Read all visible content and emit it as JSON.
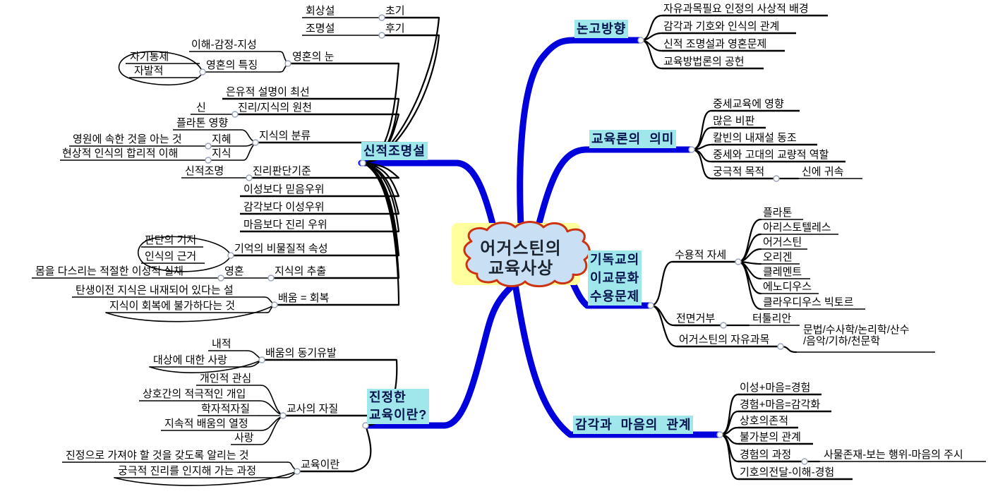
{
  "title": "어거스틴의 교육사상 마인드맵",
  "colors": {
    "branch_highlight": "#9FE7EA",
    "edge_blue": "#0000DD",
    "edge_black": "#000000",
    "center_cloud_border": "#CC3311",
    "center_cloud_fill": "#C9E0F4",
    "center_back": "#FFFF9E"
  },
  "map": {
    "center": {
      "label": "어거스틴의\n교육사상"
    },
    "branches": [
      {
        "label": "논고방향",
        "children": [
          {
            "label": "자유과목필요 인정의 사상적 배경"
          },
          {
            "label": "감각과 기호와 인식의 관계"
          },
          {
            "label": "신적 조명설과 영혼문제"
          },
          {
            "label": "교육방법론의 공헌"
          }
        ]
      },
      {
        "label": "교육론의  의미",
        "children": [
          {
            "label": "중세교육에 영향"
          },
          {
            "label": "많은 비판"
          },
          {
            "label": "칼빈의 내재설 동조"
          },
          {
            "label": "중세와 고대의 교량적 역할"
          },
          {
            "label": "궁극적 목적",
            "children": [
              {
                "label": "신에 귀속"
              }
            ]
          }
        ]
      },
      {
        "label": "기독교의\n이교문화\n수용문제",
        "children": [
          {
            "label": "수용적 자세",
            "children": [
              {
                "label": "플라톤"
              },
              {
                "label": "아리스토텔레스"
              },
              {
                "label": "어거스틴"
              },
              {
                "label": "오리겐"
              },
              {
                "label": "클레멘트"
              },
              {
                "label": "에노디우스"
              },
              {
                "label": "클라우디우스 빅토르"
              }
            ]
          },
          {
            "label": "전면거부",
            "children": [
              {
                "label": "터툴리안"
              }
            ]
          },
          {
            "label": "어거스틴의 자유과목",
            "children": [
              {
                "label": "문법/수사학/논리학/산수\n/음악/기하/천문학"
              }
            ]
          }
        ]
      },
      {
        "label": "감각과  마음의  관계",
        "children": [
          {
            "label": "이성+마음=경험"
          },
          {
            "label": "경험+마음=감각화"
          },
          {
            "label": "상호의존적"
          },
          {
            "label": "불가분의 관계"
          },
          {
            "label": "경험의 과정",
            "children": [
              {
                "label": "사물존재-보는 행위-마음의 주시"
              }
            ]
          },
          {
            "label": "기호의전달-이해-경험"
          }
        ]
      },
      {
        "label": "신적조명설",
        "children": [
          {
            "label": "초기",
            "children": [
              {
                "label": "회상설"
              }
            ]
          },
          {
            "label": "후기",
            "children": [
              {
                "label": "조명설"
              }
            ]
          },
          {
            "label": "영혼의 눈",
            "children": [
              {
                "label": "이해-감정-지성"
              },
              {
                "label": "영혼의 특징",
                "children": [
                  {
                    "label": "자기통제"
                  },
                  {
                    "label": "자발적"
                  }
                ]
              }
            ]
          },
          {
            "label": "은유적 설명이 최선"
          },
          {
            "label": "진리/지식의 원천",
            "children": [
              {
                "label": "신"
              }
            ]
          },
          {
            "label": "지식의 분류",
            "children": [
              {
                "label": "플라톤 영향"
              },
              {
                "label": "지혜",
                "children": [
                  {
                    "label": "영원에 속한 것을 아는 것"
                  }
                ]
              },
              {
                "label": "지식",
                "children": [
                  {
                    "label": "현상적 인식의 합리적 이해"
                  }
                ]
              }
            ]
          },
          {
            "label": "진리판단기준",
            "children": [
              {
                "label": "신적조명"
              }
            ]
          },
          {
            "label": "이성보다 믿음우위"
          },
          {
            "label": "감각보다 이성우위"
          },
          {
            "label": "마음보다 진리 우위"
          },
          {
            "label": "기억의 비물질적 속성",
            "children": [
              {
                "label": "판단의 기저"
              },
              {
                "label": "인식의 근거"
              }
            ]
          },
          {
            "label": "지식의 추출",
            "children": [
              {
                "label": "영혼",
                "children": [
                  {
                    "label": "몸을 다스리는 적절한 이성적 실채"
                  }
                ]
              }
            ]
          },
          {
            "label": "배움 = 회복",
            "children": [
              {
                "label": "탄생이전 지식은 내재되어 있다는 설"
              },
              {
                "label": "지식이 회복에 불가하다는 것"
              }
            ]
          }
        ]
      },
      {
        "label": "진정한\n교육이란?",
        "children": [
          {
            "label": "배움의 동기유발",
            "children": [
              {
                "label": "내적"
              },
              {
                "label": "대상에 대한 사랑"
              }
            ]
          },
          {
            "label": "교사의 자질",
            "children": [
              {
                "label": "개인적 관심"
              },
              {
                "label": "상호간의 적극적인 개입"
              },
              {
                "label": "학자적자질"
              },
              {
                "label": "지속적 배움의 열정"
              },
              {
                "label": "사랑"
              }
            ]
          },
          {
            "label": "교육이란",
            "children": [
              {
                "label": "진정으로 가져야 할 것을 갖도록 알리는 것"
              },
              {
                "label": "궁극적 진리를 인지해 가는 과정"
              }
            ]
          }
        ]
      }
    ]
  }
}
